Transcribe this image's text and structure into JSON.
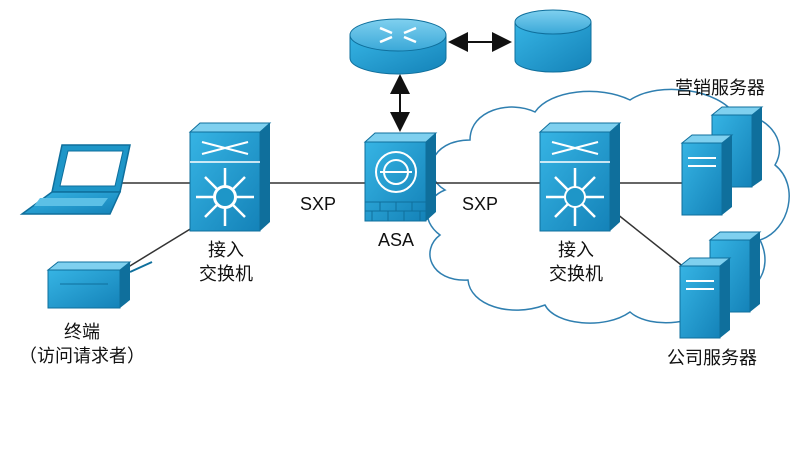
{
  "labels": {
    "access_switch_left_1": "接入",
    "access_switch_left_2": "交换机",
    "access_switch_right_1": "接入",
    "access_switch_right_2": "交换机",
    "sxp_left": "SXP",
    "sxp_right": "SXP",
    "asa": "ASA",
    "endpoint_1": "终端",
    "endpoint_2": "（访问请求者）",
    "marketing_servers": "营销服务器",
    "company_servers": "公司服务器"
  },
  "colors": {
    "device_blue": "#1e96c8",
    "device_blue_dark": "#0f6f9c",
    "device_blue_light": "#5cc0e6",
    "line": "#333333",
    "cloud_stroke": "#2f7fb0"
  },
  "icons": {
    "laptop": "laptop-icon",
    "terminal": "terminal-icon",
    "switch": "layer3-switch-icon",
    "asa": "asa-firewall-icon",
    "router": "router-icon",
    "database": "database-icon",
    "server": "server-tower-icon",
    "cloud": "cloud-icon"
  }
}
